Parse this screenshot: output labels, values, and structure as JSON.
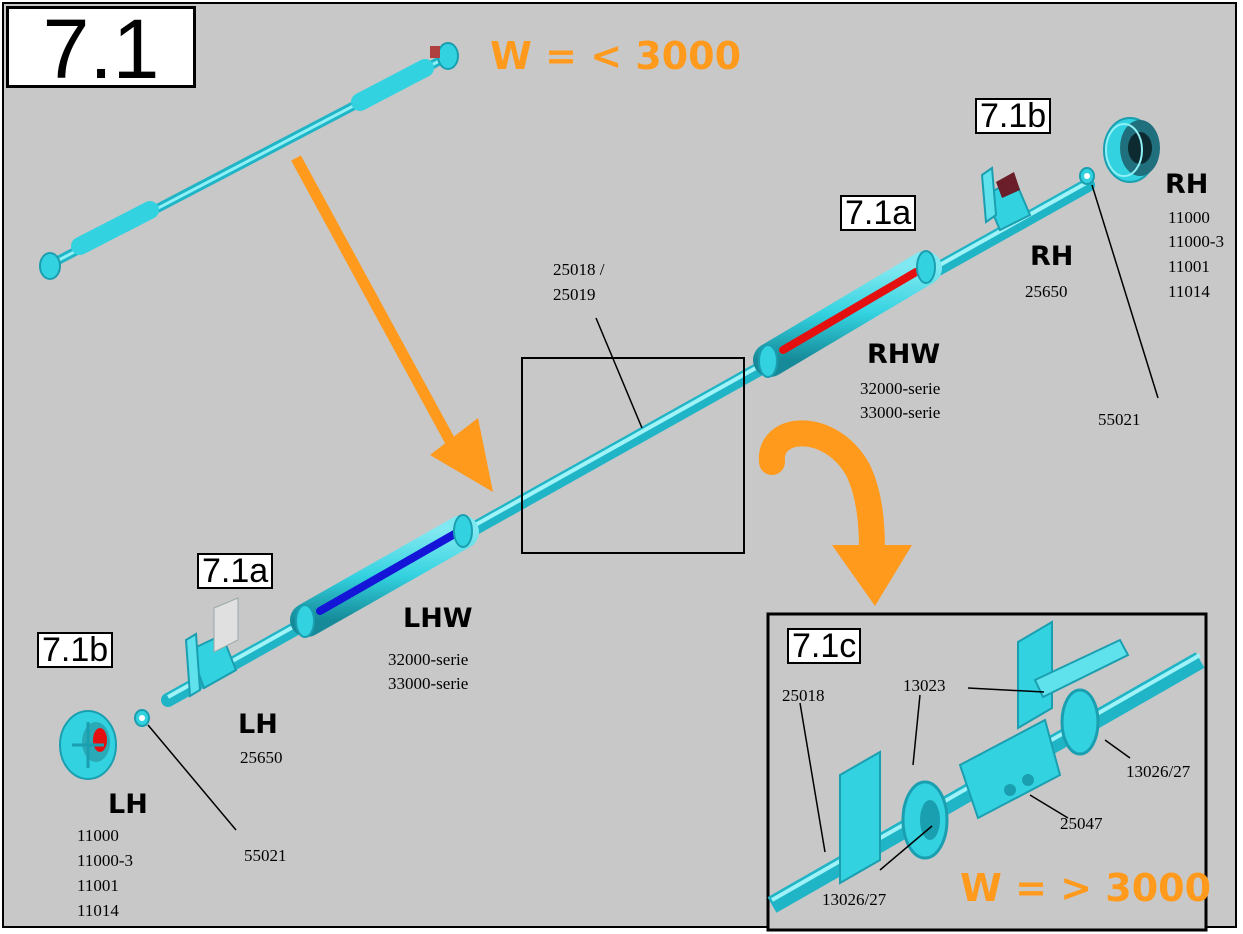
{
  "section": "7.1",
  "width_small": "W = < 3000",
  "width_large": "W = > 3000",
  "tags": {
    "rh_7_1b": "7.1b",
    "rh_7_1a": "7.1a",
    "lh_7_1a": "7.1a",
    "lh_7_1b": "7.1b",
    "inset": "7.1c"
  },
  "shaft": {
    "line1": "25018 /",
    "line2": "25019"
  },
  "right": {
    "end_title": "RH",
    "end_codes": [
      "11000",
      "11000-3",
      "11001",
      "11014"
    ],
    "bracket_title": "RH",
    "bracket_code": "25650",
    "spring_title": "RHW",
    "spring_codes": [
      "32000-serie",
      "33000-serie"
    ],
    "collar_code": "55021"
  },
  "left": {
    "end_title": "LH",
    "end_codes": [
      "11000",
      "11000-3",
      "11001",
      "11014"
    ],
    "bracket_title": "LH",
    "bracket_code": "25650",
    "spring_title": "LHW",
    "spring_codes": [
      "32000-serie",
      "33000-serie"
    ],
    "collar_code": "55021"
  },
  "inset": {
    "shaft_code": "25018",
    "bracket_code": "13023",
    "coupling_code": "25047",
    "bearing_top": "13026/27",
    "bearing_bottom": "13026/27"
  },
  "colors": {
    "part": "#33d2e0",
    "part_dark": "#1a9fb0",
    "accent": "#ff9a1c",
    "right_spring": "#e41010",
    "left_spring": "#1515d8",
    "background": "#c8c8c8"
  }
}
